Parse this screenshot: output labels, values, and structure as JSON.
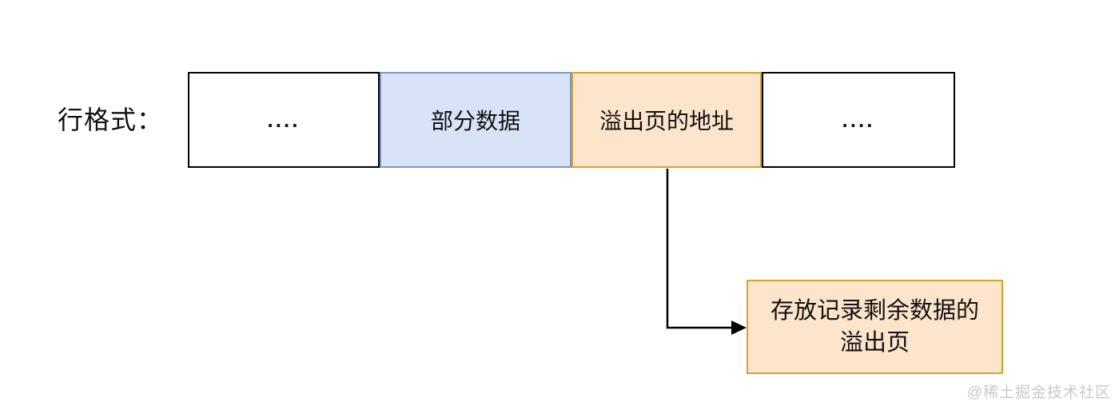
{
  "diagram": {
    "title_label": "行格式：",
    "row": {
      "cells": [
        {
          "label": "....",
          "style": "plain"
        },
        {
          "label": "部分数据",
          "style": "blue"
        },
        {
          "label": "溢出页的地址",
          "style": "orange"
        },
        {
          "label": "....",
          "style": "plain"
        }
      ]
    },
    "overflow_box": {
      "line1": "存放记录剩余数据的",
      "line2": "溢出页"
    },
    "arrow": {
      "from": "溢出页的地址",
      "to": "存放记录剩余数据的溢出页"
    }
  },
  "watermark": "@稀土掘金技术社区",
  "colors": {
    "blue_cell_fill": "#d9e3f7",
    "blue_cell_border": "#7d96c9",
    "orange_cell_fill": "#fde5cc",
    "orange_cell_border": "#d5a42c",
    "plain_cell_border": "#000000",
    "arrow": "#000000",
    "text": "#111111",
    "watermark_text": "#c9c9c9"
  }
}
